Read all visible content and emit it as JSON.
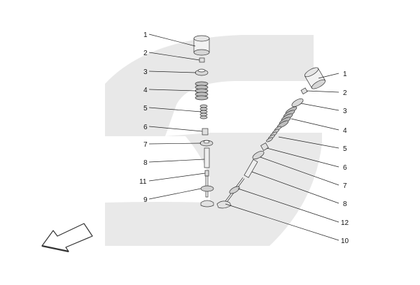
{
  "colors": {
    "background": "#ffffff",
    "watermark": "#e8e8e8",
    "part_fill": "#f2f2f2",
    "part_shade": "#bdbdbd",
    "line": "#222222"
  },
  "left_callouts": [
    "1",
    "2",
    "3",
    "4",
    "5",
    "6",
    "7",
    "8",
    "11",
    "9"
  ],
  "right_callouts": [
    "1",
    "2",
    "3",
    "4",
    "5",
    "6",
    "7",
    "8",
    "12",
    "10"
  ],
  "direction_arrow_icon": "front-direction-arrow-icon",
  "watermark_icon": "s-logo-watermark-icon"
}
